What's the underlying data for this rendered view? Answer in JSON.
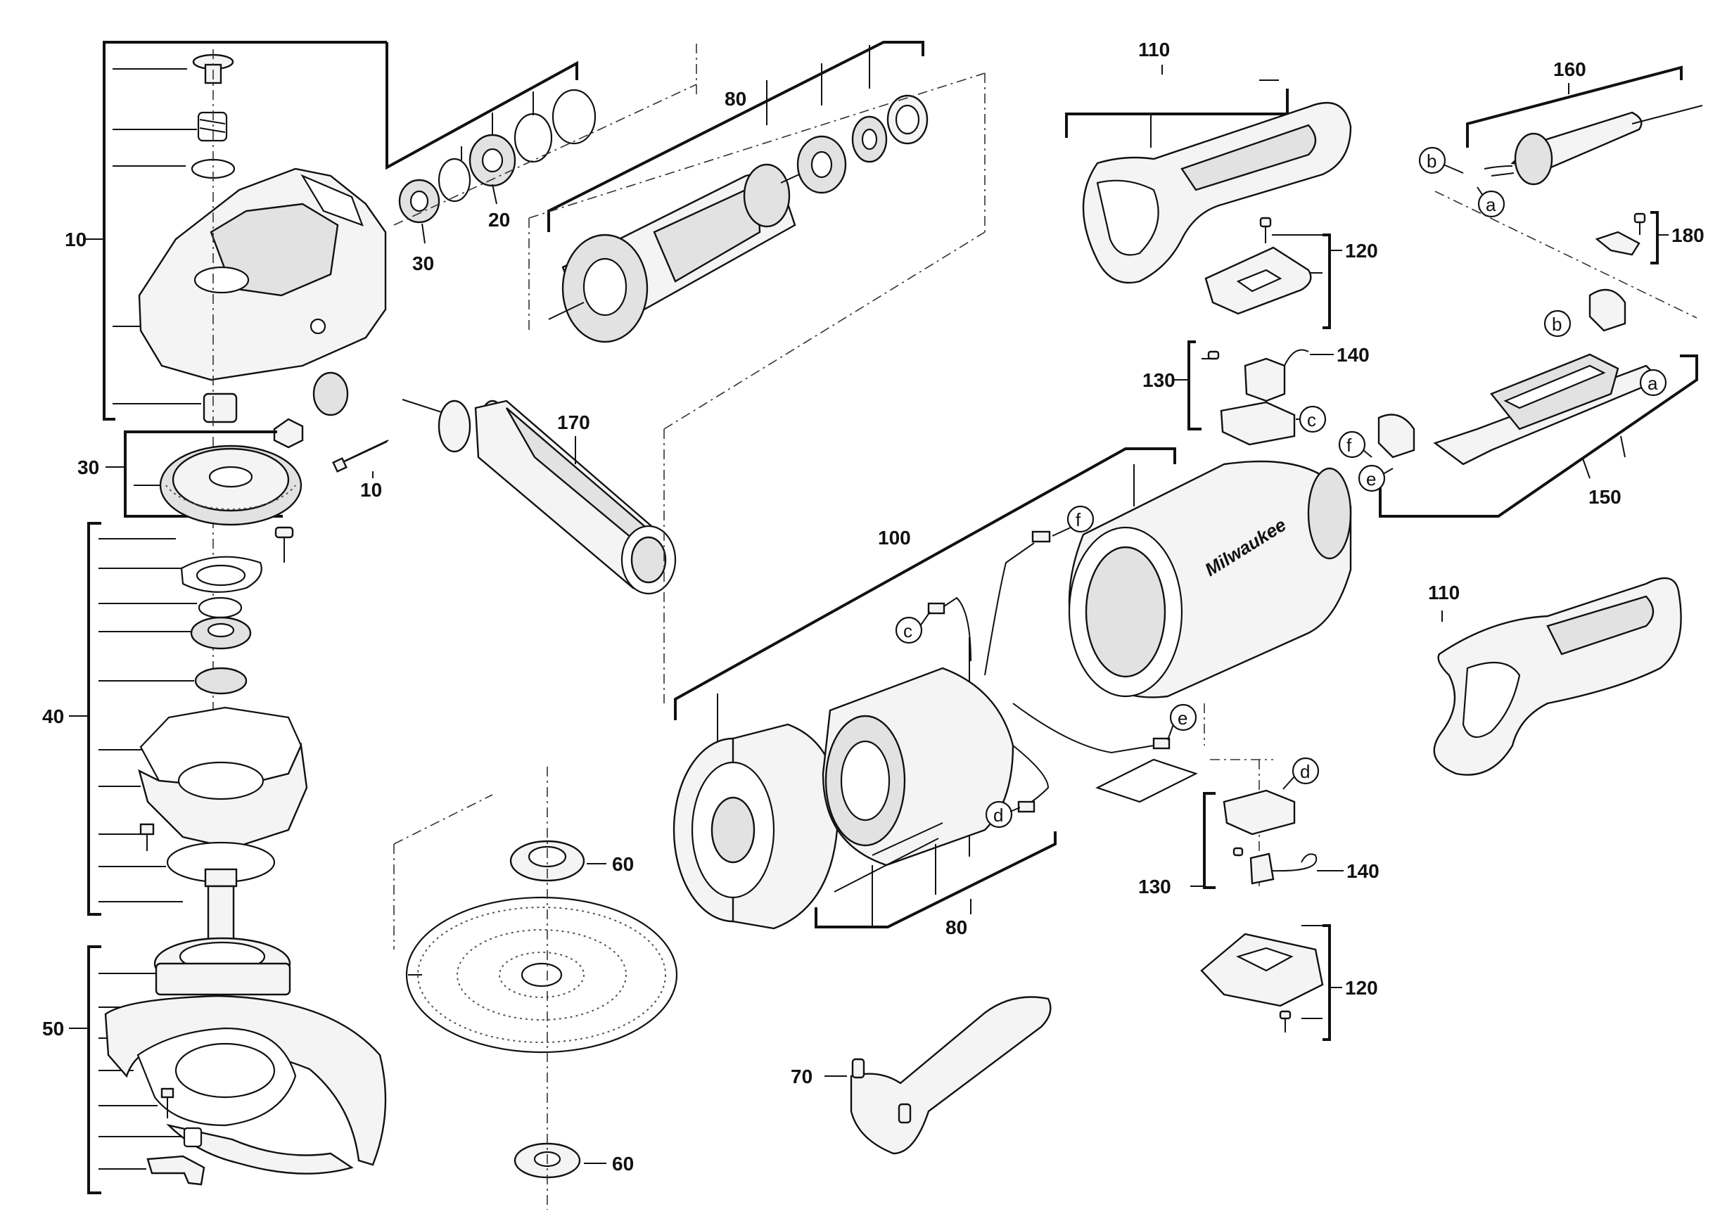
{
  "callouts": {
    "c10a": "10",
    "c10b": "10",
    "c20": "20",
    "c30a": "30",
    "c30b": "30",
    "c40": "40",
    "c50": "50",
    "c60a": "60",
    "c60b": "60",
    "c70": "70",
    "c80a": "80",
    "c80b": "80",
    "c100": "100",
    "c110a": "110",
    "c110b": "110",
    "c120a": "120",
    "c120b": "120",
    "c130a": "130",
    "c130b": "130",
    "c140a": "140",
    "c140b": "140",
    "c150": "150",
    "c160": "160",
    "c170": "170",
    "c180": "180"
  },
  "connectors": {
    "a1": "a",
    "a2": "a",
    "b1": "b",
    "b2": "b",
    "c1": "c",
    "c2": "c",
    "d1": "d",
    "d2": "d",
    "e1": "e",
    "e2": "e",
    "f1": "f",
    "f2": "f"
  },
  "brand": "Milwaukee"
}
